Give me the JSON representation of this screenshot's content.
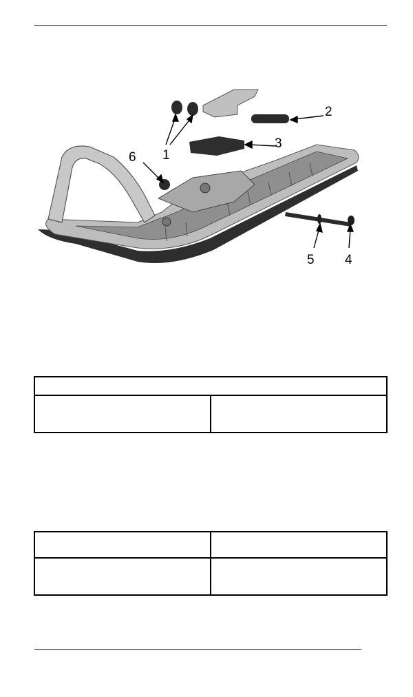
{
  "figure": {
    "callouts": [
      "1",
      "2",
      "3",
      "4",
      "5",
      "6"
    ],
    "colors": {
      "ski_light": "#c9c9c9",
      "ski_mid": "#9a9a9a",
      "ski_dark": "#3a3a3a",
      "part_dark": "#2a2a2a"
    }
  },
  "table_1": {
    "header": "",
    "rows": [
      [
        "",
        ""
      ]
    ]
  },
  "table_2": {
    "header": [
      "",
      ""
    ],
    "rows": [
      [
        "",
        ""
      ]
    ]
  }
}
